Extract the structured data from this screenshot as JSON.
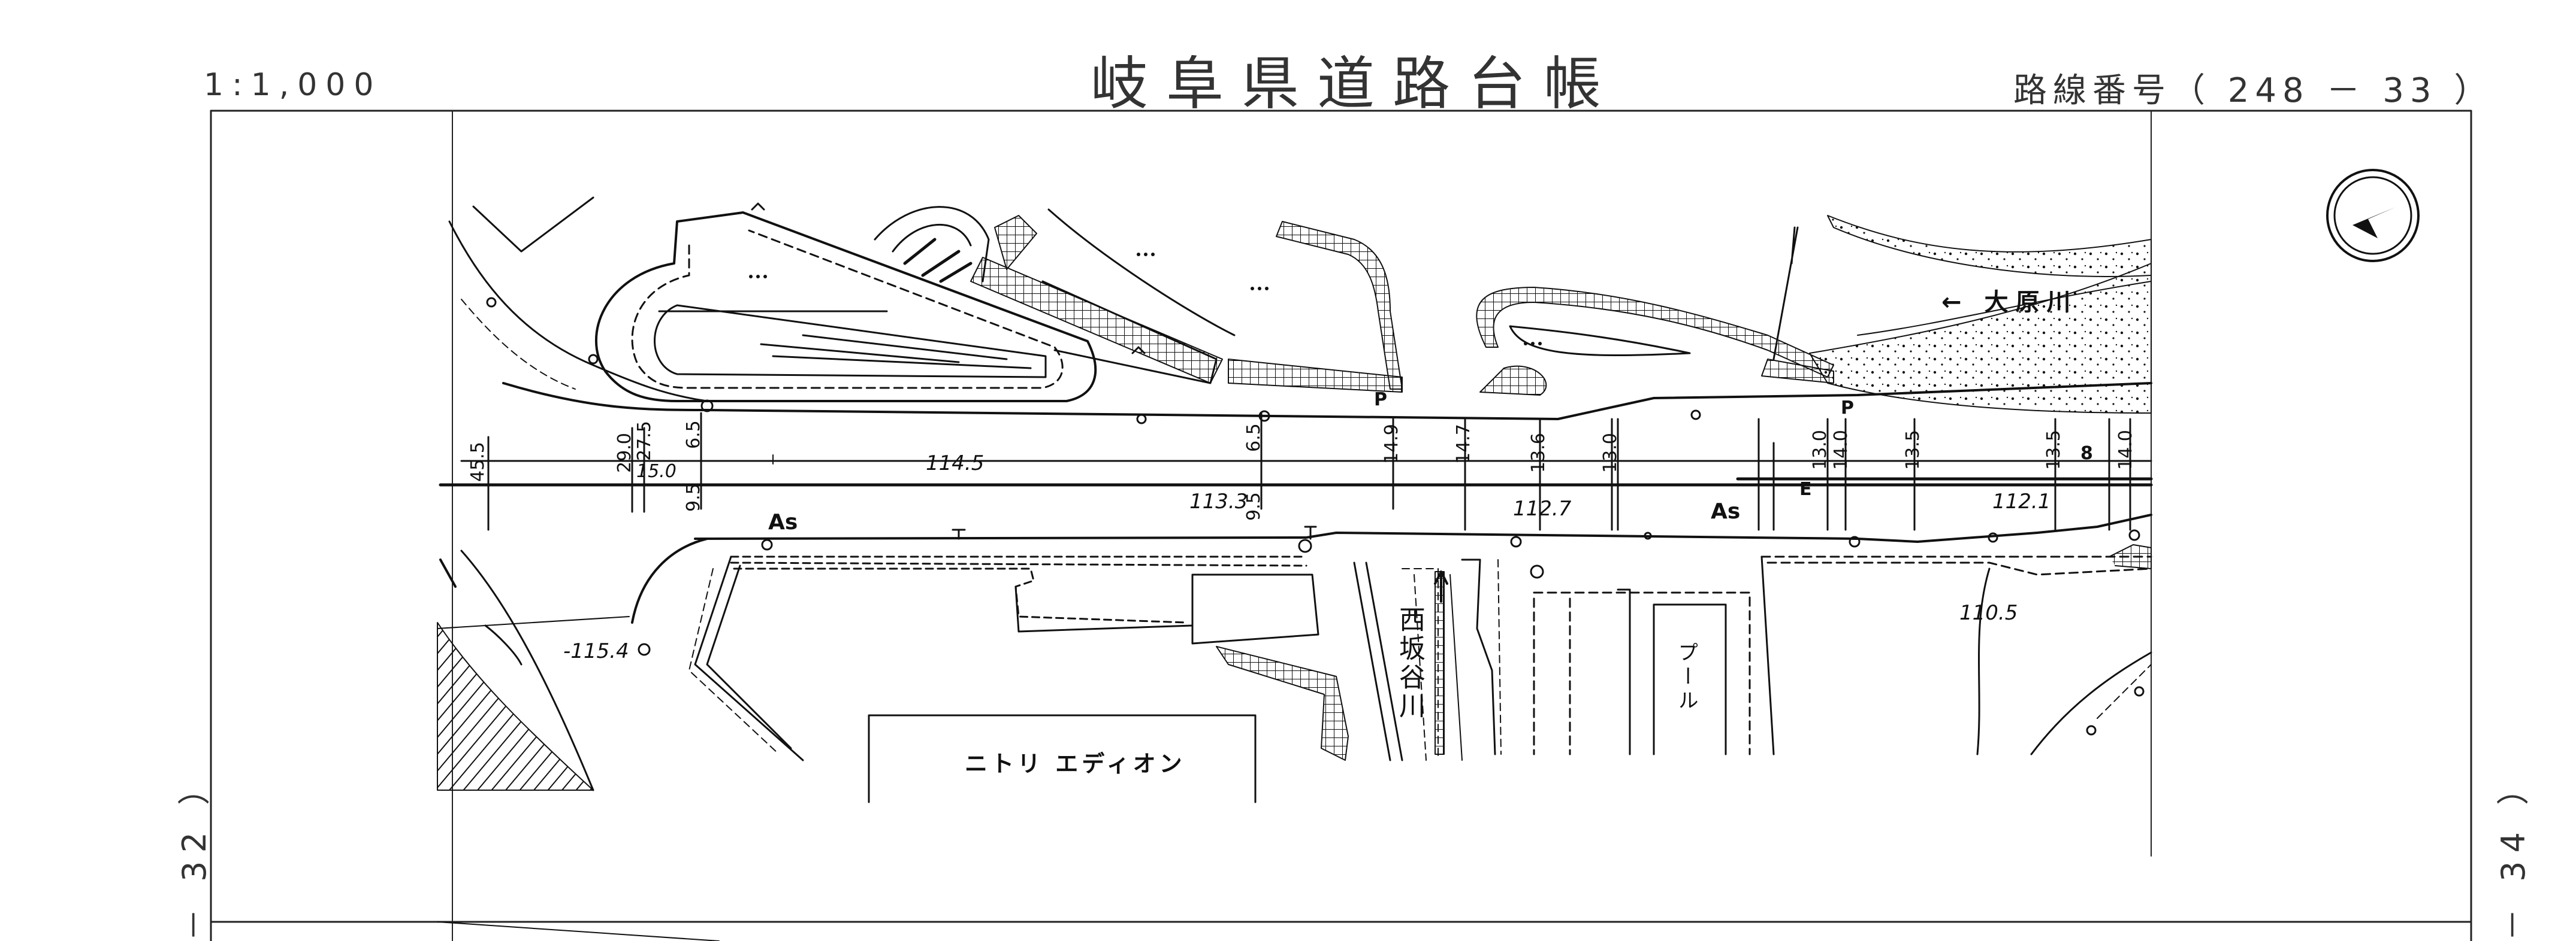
{
  "header": {
    "scale": "1:1,000",
    "title": "岐阜県道路台帳",
    "route_number": "路線番号（ 248 － 33 ）"
  },
  "side_labels": {
    "left": "－ 32 ）",
    "right": "－ 34 ）"
  },
  "map": {
    "river_label": "← 大原川",
    "store_label": "ニトリ エディオン",
    "creek_label": "西坂谷川",
    "pool_label": "プール",
    "surface_labels": [
      "As",
      "As"
    ],
    "marker_labels": [
      "E",
      "P",
      "P"
    ],
    "elevations": [
      "-115.4",
      "114.5",
      "113.3",
      "112.7",
      "112.1",
      "110.5"
    ],
    "width_dimensions": [
      {
        "label": "45.5"
      },
      {
        "label": "29.0"
      },
      {
        "label": "27.5"
      },
      {
        "label": "6.5"
      },
      {
        "label": "15.0"
      },
      {
        "label": "9.5"
      },
      {
        "label": "6.5"
      },
      {
        "label": "9.5"
      },
      {
        "label": "14.9"
      },
      {
        "label": "14.7"
      },
      {
        "label": "13.6"
      },
      {
        "label": "13.0"
      },
      {
        "label": "13.0"
      },
      {
        "label": "14.0"
      },
      {
        "label": "13.5"
      },
      {
        "label": "13.5"
      },
      {
        "label": "8"
      },
      {
        "label": "14.0"
      }
    ]
  },
  "colors": {
    "ink": "#111111",
    "frame": "#222222",
    "background": "#ffffff"
  },
  "icons": {
    "north_arrow": "north-arrow-icon"
  }
}
